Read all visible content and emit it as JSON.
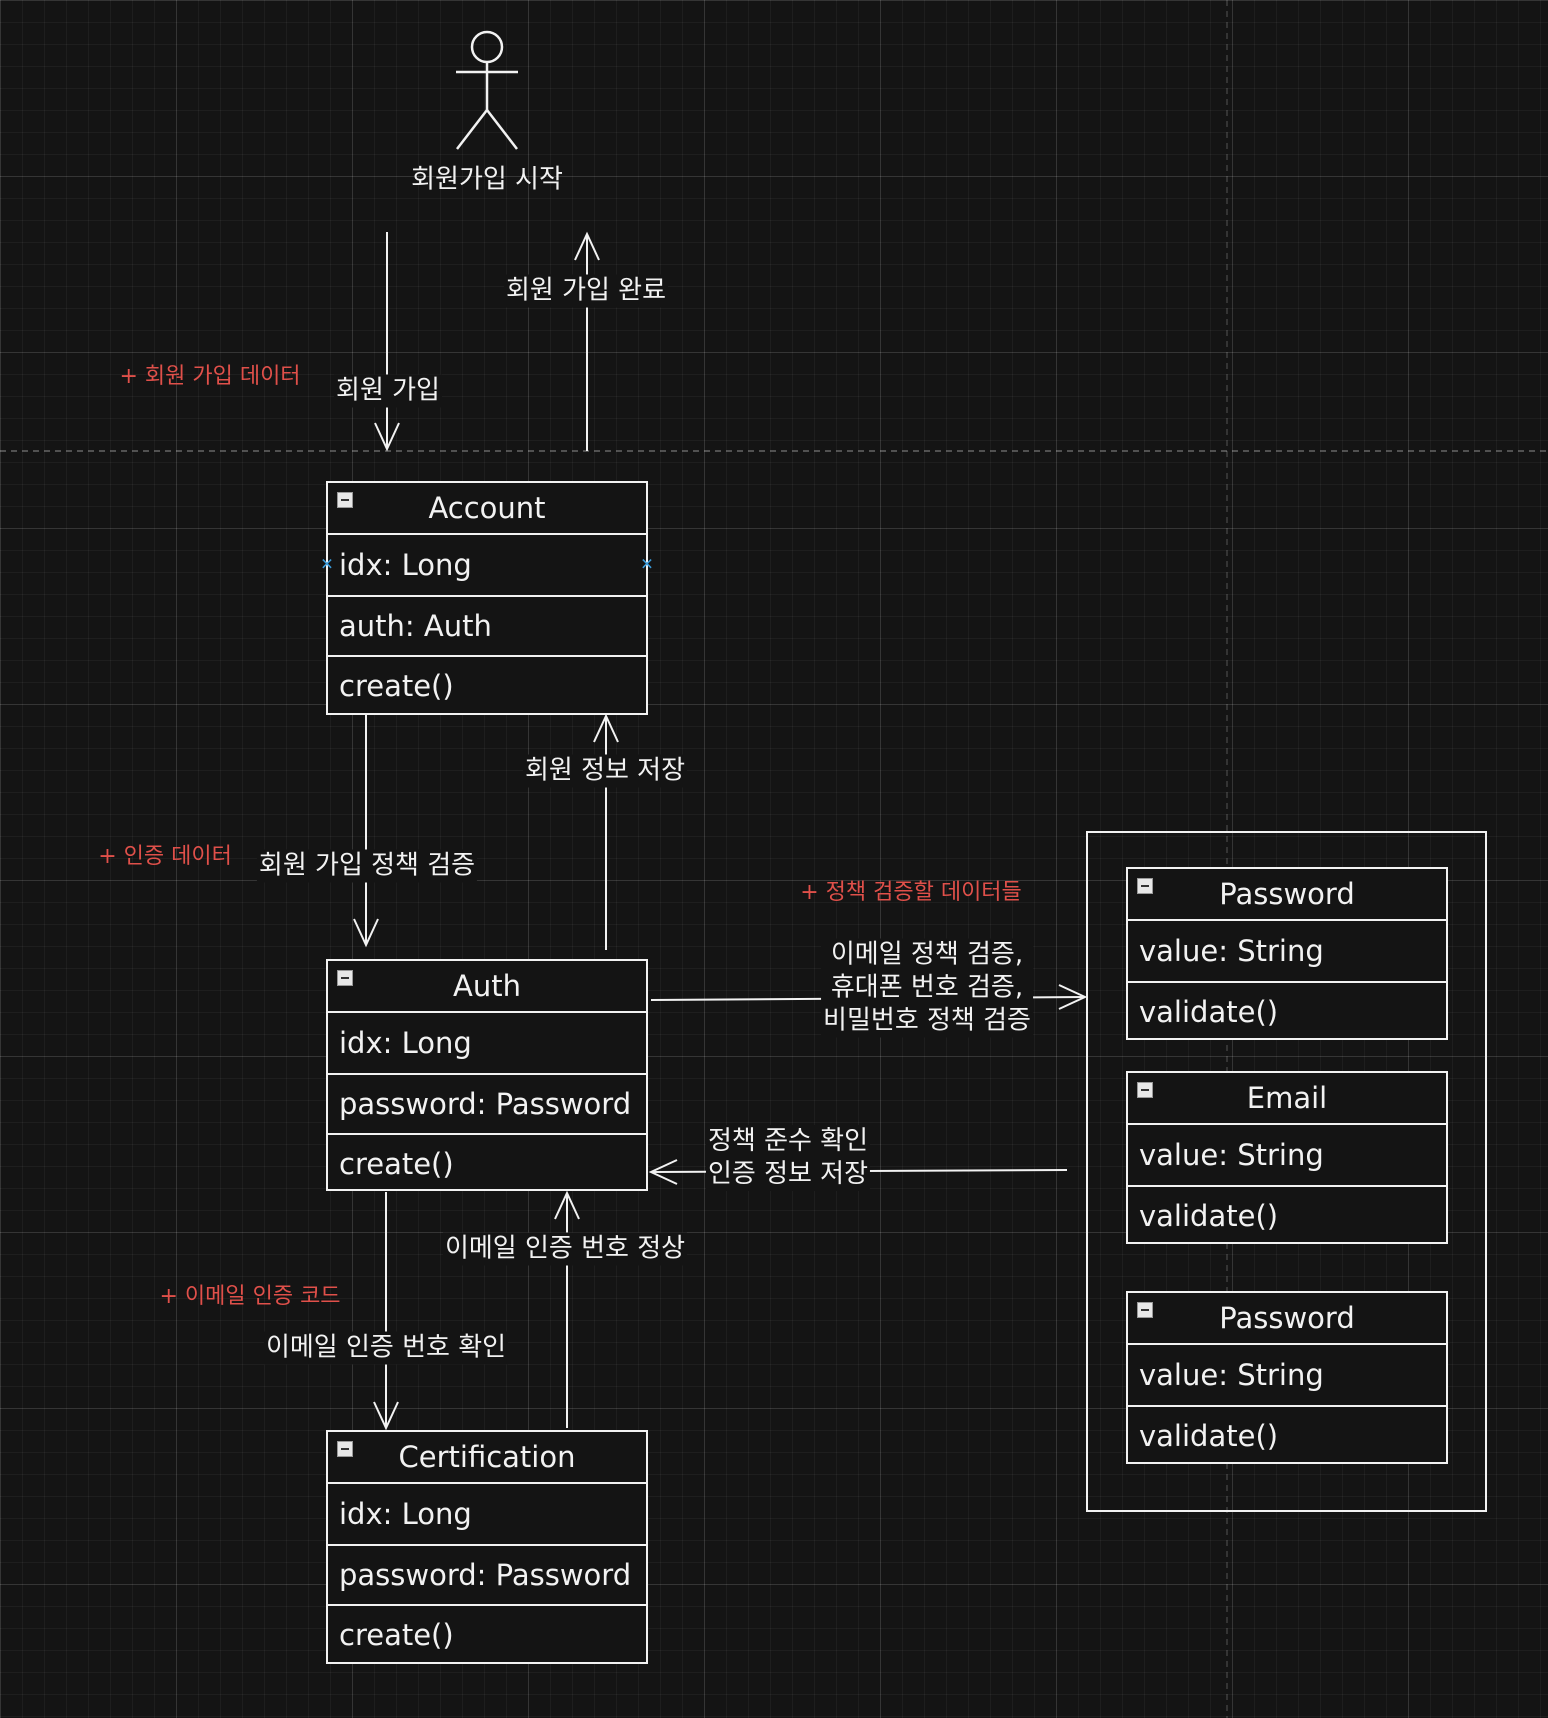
{
  "actor": {
    "label": "회원가입 시작"
  },
  "classes": {
    "account": {
      "name": "Account",
      "rows": [
        "idx: Long",
        "auth: Auth",
        "create()"
      ]
    },
    "auth": {
      "name": "Auth",
      "rows": [
        "idx: Long",
        "password: Password",
        "create()"
      ]
    },
    "certification": {
      "name": "Certification",
      "rows": [
        "idx: Long",
        "password: Password",
        "create()"
      ]
    },
    "password1": {
      "name": "Password",
      "rows": [
        "value: String",
        "validate()"
      ]
    },
    "email": {
      "name": "Email",
      "rows": [
        "value: String",
        "validate()"
      ]
    },
    "password2": {
      "name": "Password",
      "rows": [
        "value: String",
        "validate()"
      ]
    }
  },
  "edges": {
    "signup": "회원 가입",
    "signup_complete": "회원 가입 완료",
    "policy_check": "회원 가입 정책 검증",
    "save_member": "회원 정보 저장",
    "validate_fields": "이메일 정책 검증,\n휴대폰 번호 검증,\n비밀번호 정책 검증",
    "policy_result": "정책 준수 확인\n인증 정보 저장",
    "email_verify": "이메일 인증 번호 확인",
    "email_ok": "이메일 인증 번호 정상"
  },
  "notes": {
    "signup_data": "+ 회원 가입 데이터",
    "auth_data": "+ 인증 데이터",
    "validate_data": "+ 정책 검증할 데이터들",
    "email_code": "+ 이메일 인증 코드"
  },
  "colors": {
    "background": "#141414",
    "line": "#f2f2f2",
    "note": "#e0504a",
    "handle": "#3a9ad9"
  }
}
